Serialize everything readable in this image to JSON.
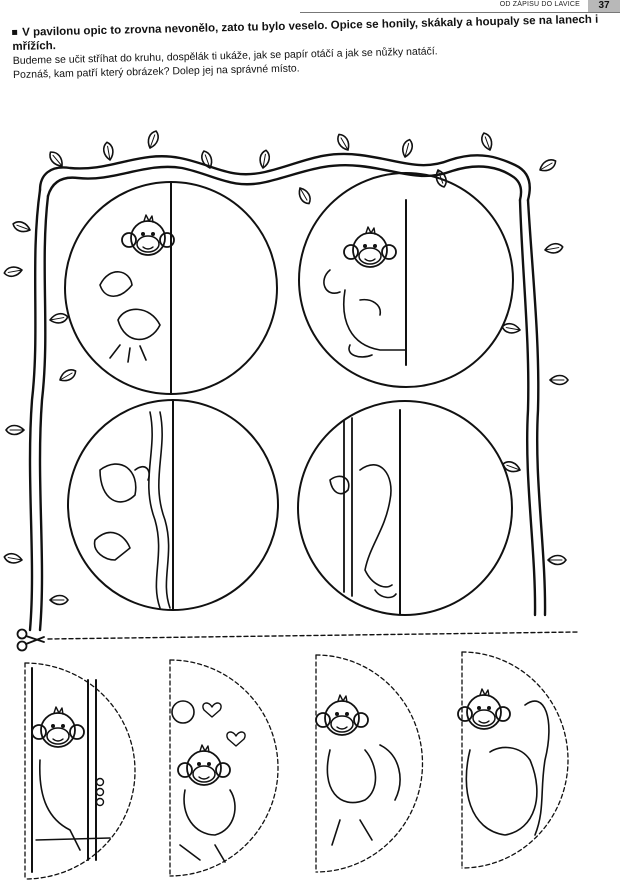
{
  "header": {
    "section": "OD ZÁPISU DO LAVICE",
    "page_number": "37"
  },
  "instructions": {
    "lead": "V pavilonu opic to zrovna nevonělo, zato tu bylo veselo. Opice se honily, skákaly a houpaly se na lanech i mřížích.",
    "line2": "Budeme se učit stříhat do kruhu, dospělák ti ukáže, jak se papír otáčí a jak se nůžky natáčí.",
    "line3": "Poznáš, kam patří který obrázek? Dolep jej na správné místo."
  },
  "icons": [
    "scissors-icon",
    "leaf-icon",
    "monkey-drawing"
  ]
}
